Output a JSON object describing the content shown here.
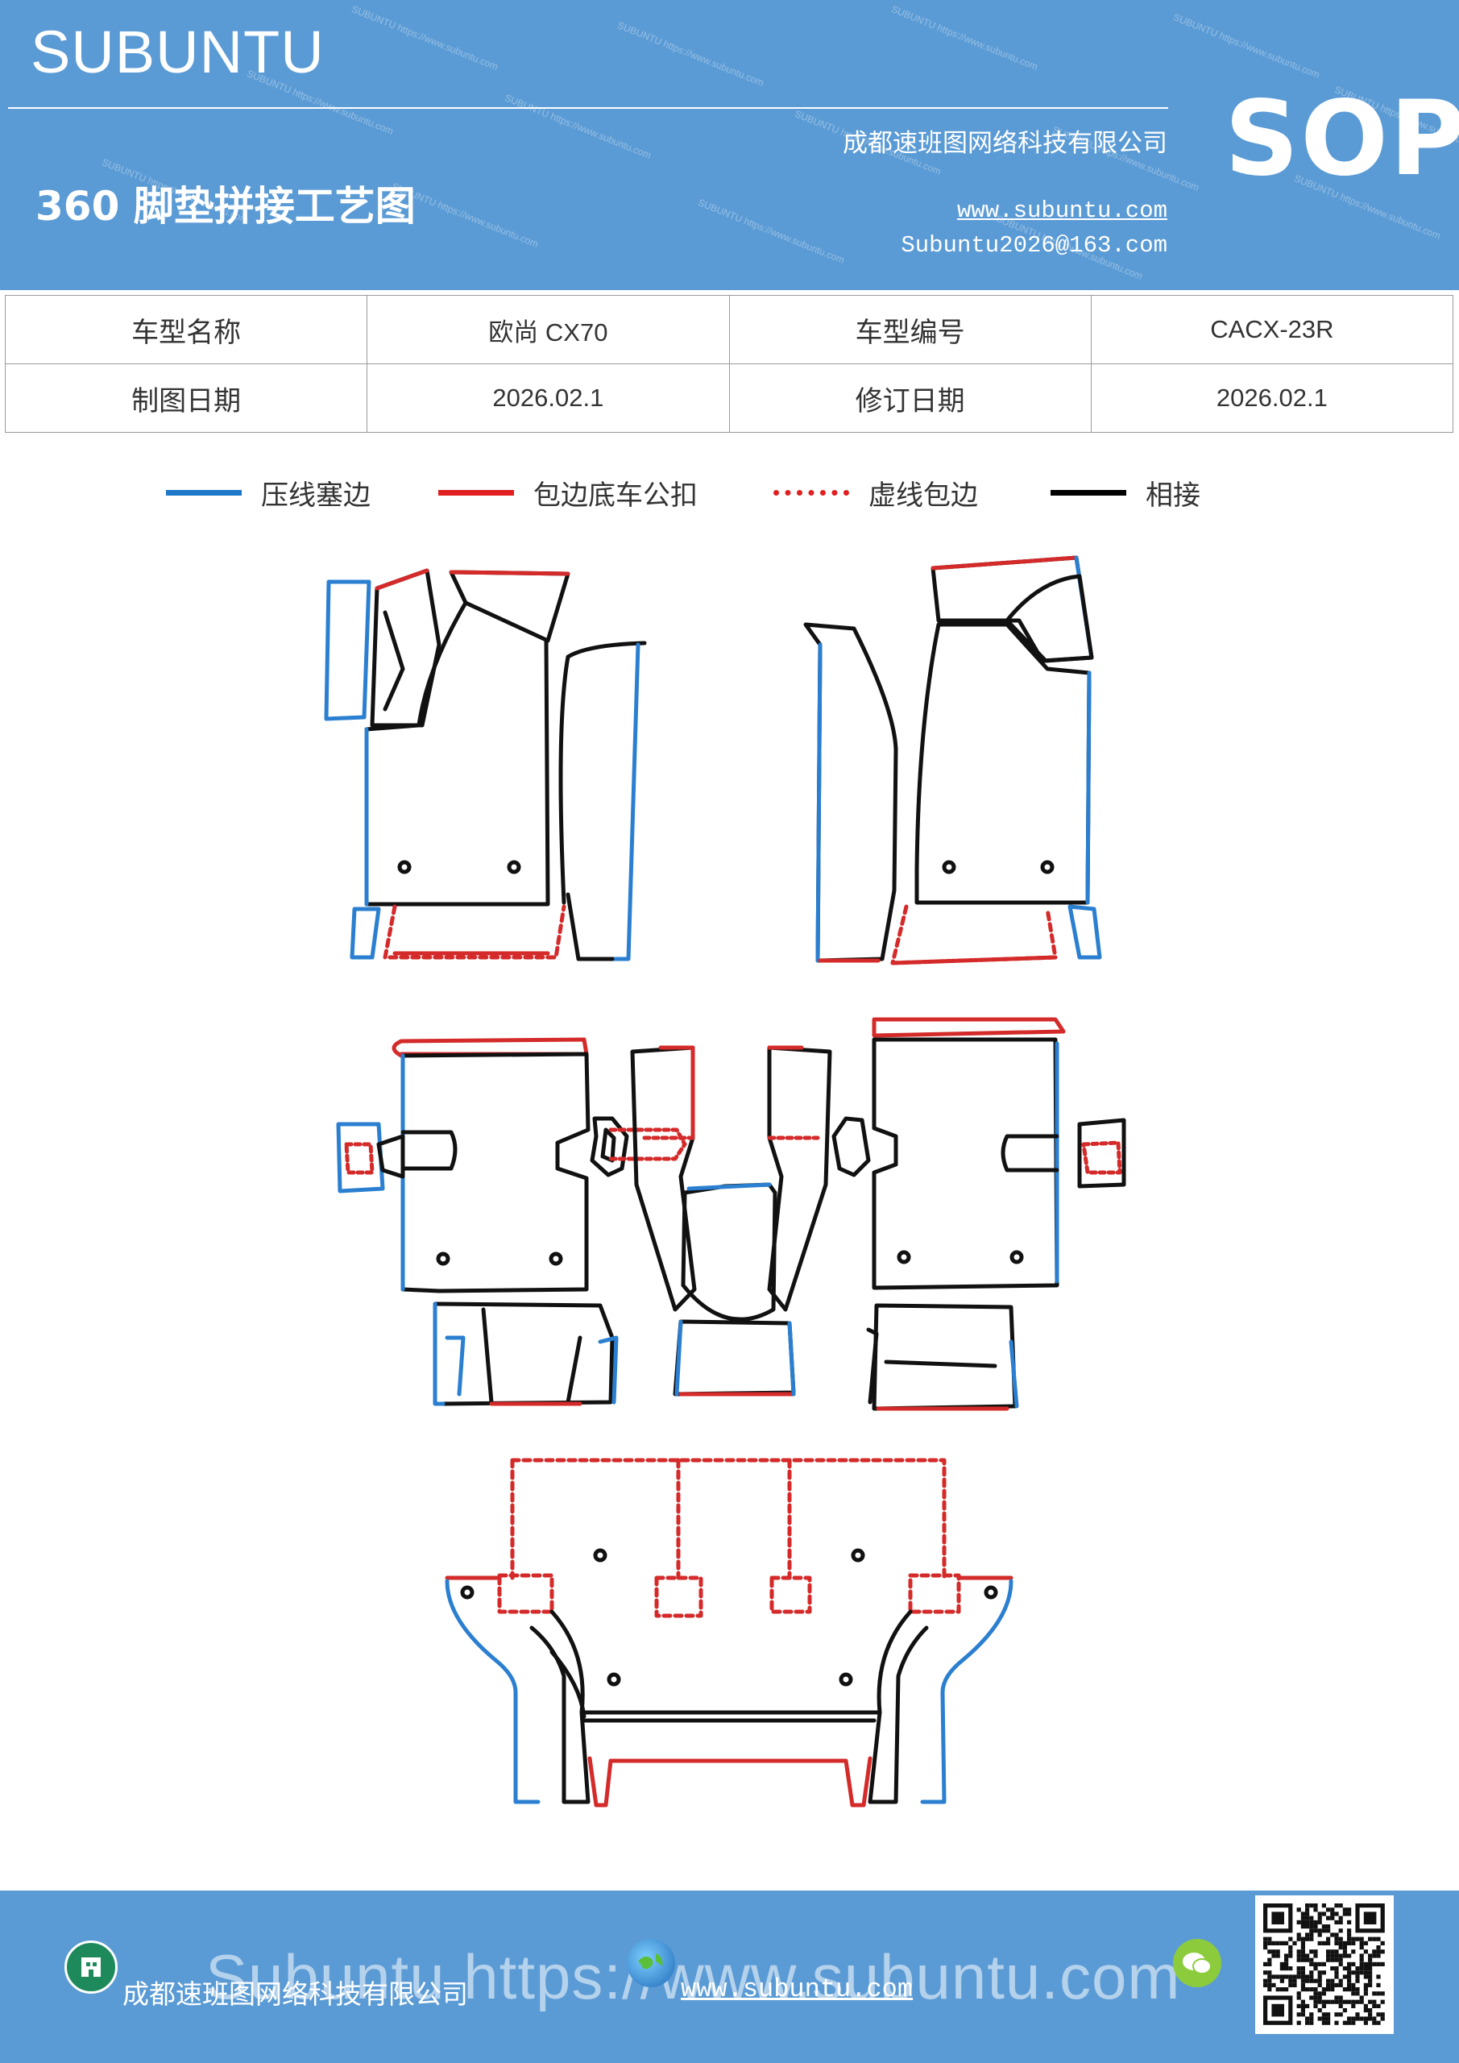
{
  "header": {
    "brand": "SUBUNTU",
    "company": "成都速班图网络科技有限公司",
    "website": "www.subuntu.com",
    "email": "Subuntu2026@163.com",
    "title": "360 脚垫拼接工艺图",
    "badge": "SOP",
    "watermark_text": "SUBUNTU https://www.subuntu.com"
  },
  "info_table": {
    "rows": [
      [
        "车型名称",
        "欧尚 CX70",
        "车型编号",
        "CACX-23R"
      ],
      [
        "制图日期",
        "2026.02.1",
        "修订日期",
        "2026.02.1"
      ]
    ]
  },
  "legend": {
    "items": [
      {
        "label": "压线塞边",
        "color": "#1f77c8",
        "style": "solid"
      },
      {
        "label": "包边底车公扣",
        "color": "#e02020",
        "style": "solid"
      },
      {
        "label": "虚线包边",
        "color": "#e02020",
        "style": "dotted"
      },
      {
        "label": "相接",
        "color": "#000000",
        "style": "solid"
      }
    ]
  },
  "colors": {
    "header_bg": "#5b9bd5",
    "blue_line": "#2b7fd0",
    "red_line": "#d42a2a",
    "black_line": "#111111"
  },
  "footer": {
    "company": "成都速班图网络科技有限公司",
    "website": "www.subuntu.com",
    "watermark": "Subuntu https://www.subuntu.com",
    "icons": [
      "building-icon",
      "globe-icon",
      "wechat-icon"
    ]
  }
}
